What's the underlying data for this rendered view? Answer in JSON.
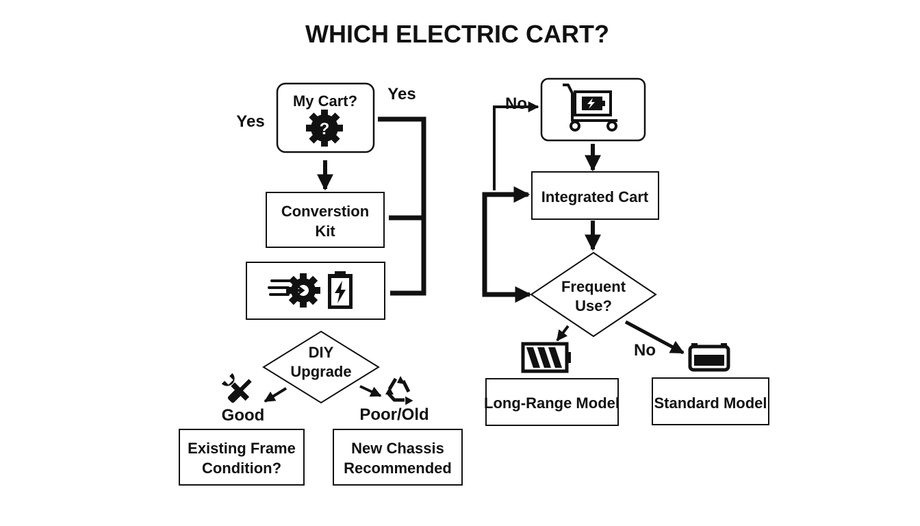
{
  "title": "WHICH ELECTRIC CART?",
  "nodes": {
    "my_cart": "My Cart?",
    "conversion_kit": [
      "Converstion",
      "Kit"
    ],
    "integrated_cart": "Integrated Cart",
    "frequent_use": [
      "Frequent",
      "Use?"
    ],
    "diy_upgrade": [
      "DIY",
      "Upgrade"
    ],
    "existing_frame": [
      "Existing Frame",
      "Condition?"
    ],
    "new_chassis": [
      "New Chassis",
      "Recommended"
    ],
    "long_range": "Long-Range Model",
    "standard_model": "Standard Model"
  },
  "labels": {
    "yes_left": "Yes",
    "yes_right": "Yes",
    "no_top": "No",
    "no_right": "No",
    "good": "Good",
    "poor_old": "Poor/Old"
  },
  "icons": {
    "my_cart": "gear-question-icon",
    "cart_battery": "cart-battery-icon",
    "motor": "motor-gear-icon",
    "battery": "battery-bolt-icon",
    "tools": "wrench-screwdriver-icon",
    "recycle": "recycle-icon",
    "long_range_battery": "battery-full-icon",
    "standard_battery": "car-battery-icon"
  }
}
